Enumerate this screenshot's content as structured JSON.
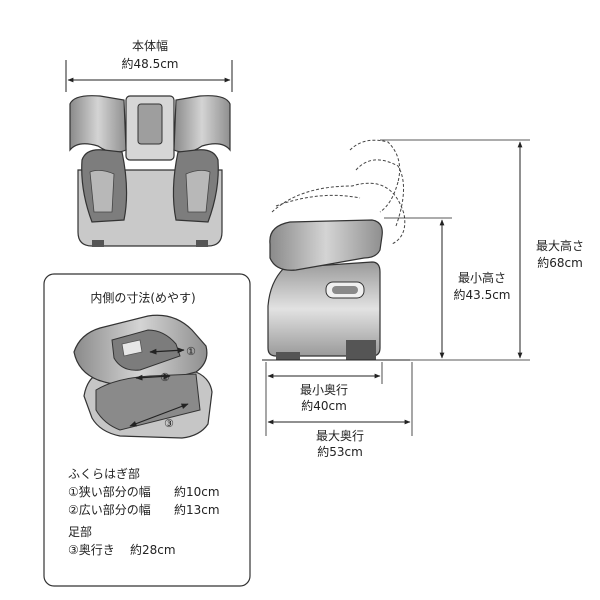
{
  "front_view": {
    "width_label": "本体幅",
    "width_value": "約48.5cm"
  },
  "side_view": {
    "min_height_label": "最小高さ",
    "min_height_value": "約43.5cm",
    "max_height_label": "最大高さ",
    "max_height_value": "約68cm",
    "min_depth_label": "最小奥行",
    "min_depth_value": "約40cm",
    "max_depth_label": "最大奥行",
    "max_depth_value": "約53cm"
  },
  "inner_box": {
    "title": "内側の寸法(めやす)",
    "markers": [
      "①",
      "②",
      "③"
    ],
    "calf_heading": "ふくらはぎ部",
    "calf_items": [
      {
        "label": "①狭い部分の幅",
        "value": "約10cm"
      },
      {
        "label": "②広い部分の幅",
        "value": "約13cm"
      }
    ],
    "foot_heading": "足部",
    "foot_items": [
      {
        "label": "③奥行き",
        "value": "約28cm"
      }
    ]
  }
}
